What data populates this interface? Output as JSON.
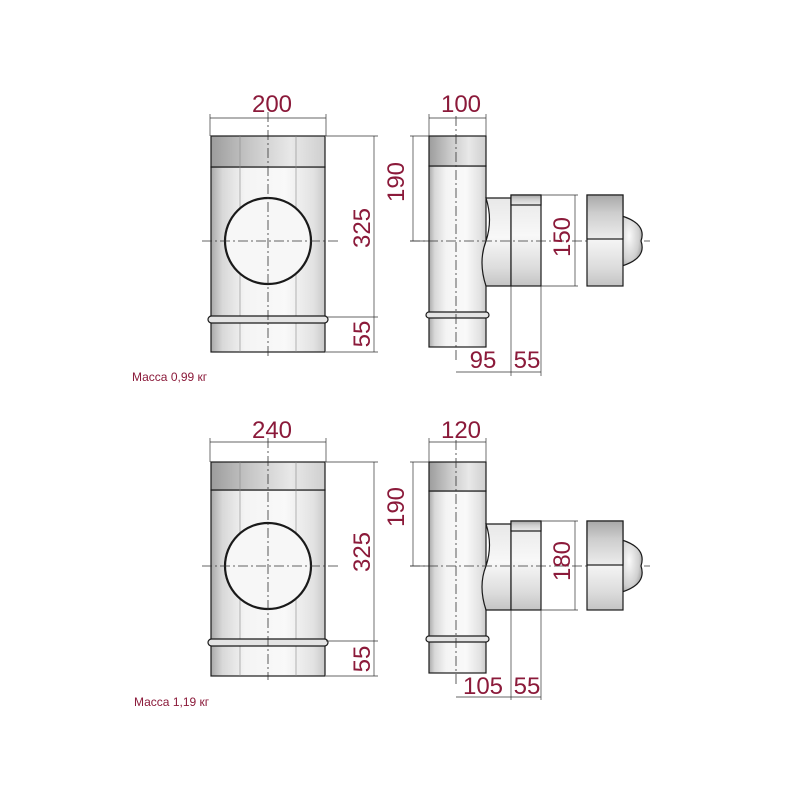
{
  "colors": {
    "dimension_text": "#8b1a3a",
    "outline": "#1a1a1a",
    "dimension_line": "#333333",
    "body_light": "#f7f7f7",
    "body_mid": "#dedede",
    "body_dark": "#b8b8b8"
  },
  "set_1": {
    "front_width": "200",
    "front_height": "325",
    "front_bottom": "55",
    "side_width": "100",
    "side_top": "190",
    "branch_diameter": "150",
    "branch_length": "95",
    "branch_socket": "55",
    "mass": "Масса 0,99 кг"
  },
  "set_2": {
    "front_width": "240",
    "front_height": "325",
    "front_bottom": "55",
    "side_width": "120",
    "side_top": "190",
    "branch_diameter": "180",
    "branch_length": "105",
    "branch_socket": "55",
    "mass": "Масса 1,19 кг"
  }
}
